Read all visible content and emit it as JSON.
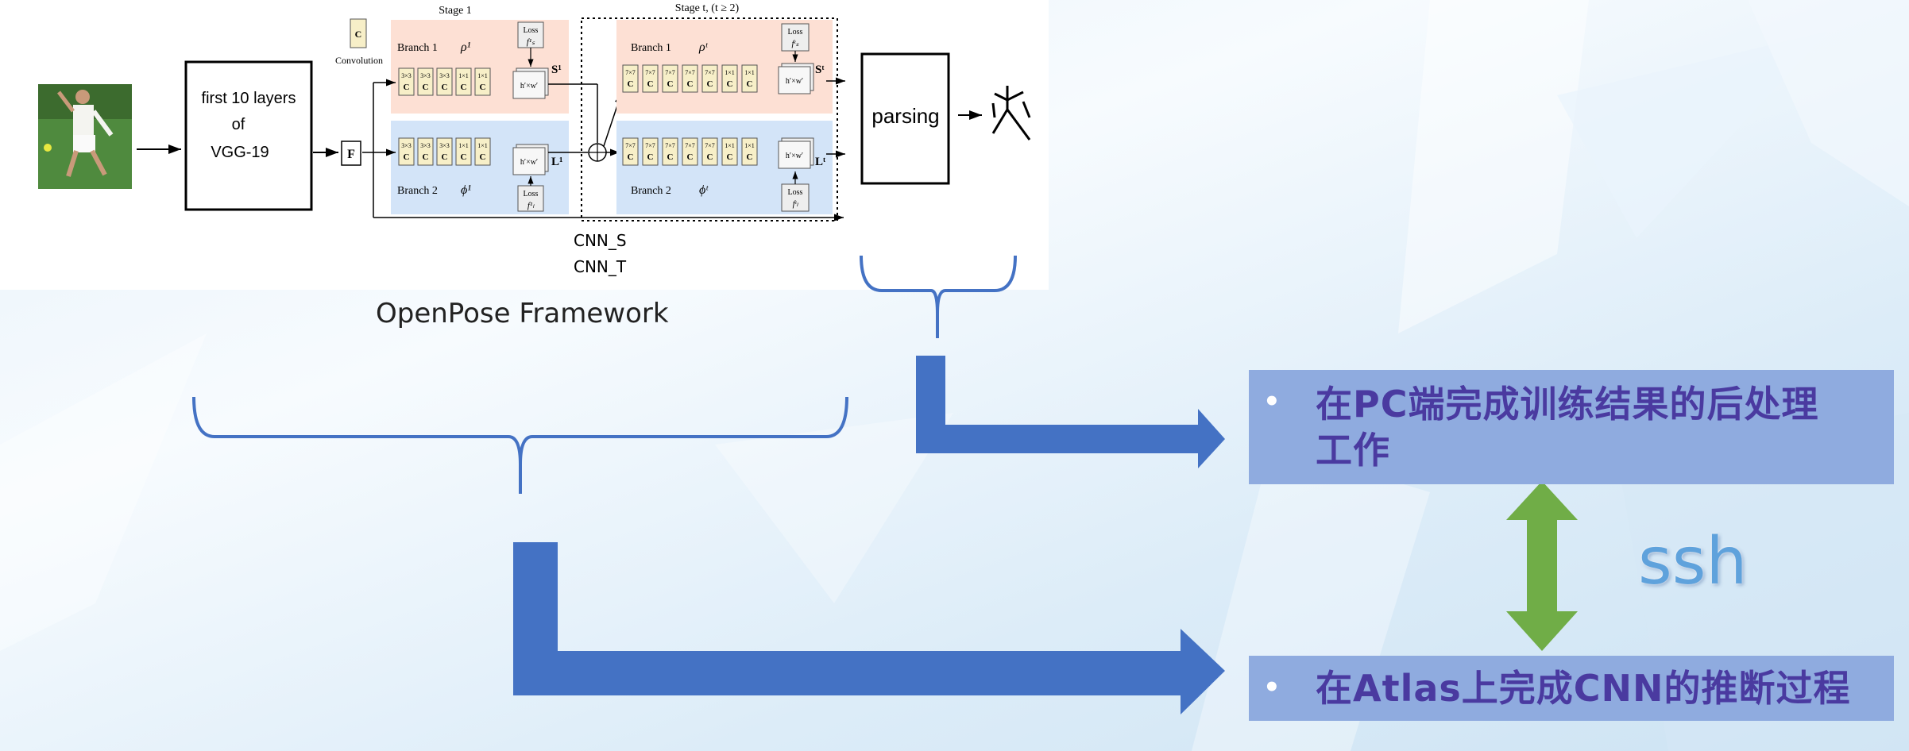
{
  "colors": {
    "brand_blue": "#4472c4",
    "green": "#70ad47",
    "bullet_bg": "#8fabdf",
    "bullet_text": "#4a3aa0",
    "ssh": "#5fa2dc",
    "stage1_bg": "#fde0d4",
    "stage1b_bg": "#d3e4f8",
    "cnn_block": "#f7efc8"
  },
  "diagram": {
    "vgg_text": [
      "first 10 layers",
      "of",
      "VGG-19"
    ],
    "f_label": "F",
    "convolution_legend": {
      "symbol": "C",
      "label": "Convolution"
    },
    "stage1_title": "Stage 1",
    "staget_title": "Stage t, (t ≥ 2)",
    "branch1_label": "Branch 1",
    "branch2_label": "Branch 2",
    "rho1": "ρ¹",
    "phi1": "ϕ¹",
    "rhot": "ρᵗ",
    "phit": "ϕᵗ",
    "block_c": "C",
    "stage1_kernels": [
      "3×3",
      "3×3",
      "3×3",
      "1×1",
      "1×1"
    ],
    "staget_kernels": [
      "7×7",
      "7×7",
      "7×7",
      "7×7",
      "7×7",
      "1×1",
      "1×1"
    ],
    "output_dims": "h′×w′",
    "loss": "Loss",
    "loss_f_s1": "f¹ₛ",
    "loss_f_l1": "f¹ₗ",
    "loss_f_st": "fᵗₛ",
    "loss_f_lt": "fᵗₗ",
    "s1": "S¹",
    "l1": "L¹",
    "st": "Sᵗ",
    "lt": "Lᵗ",
    "parsing": "parsing",
    "cnn_s": "CNN_S",
    "cnn_t": "CNN_T"
  },
  "caption": "OpenPose Framework",
  "bullets": [
    {
      "dot": "•",
      "lines": [
        "在PC端完成训练结果的后处理",
        "工作"
      ]
    },
    {
      "dot": "•",
      "lines": [
        "在Atlas上完成CNN的推断过程"
      ]
    }
  ],
  "ssh_label": "ssh"
}
